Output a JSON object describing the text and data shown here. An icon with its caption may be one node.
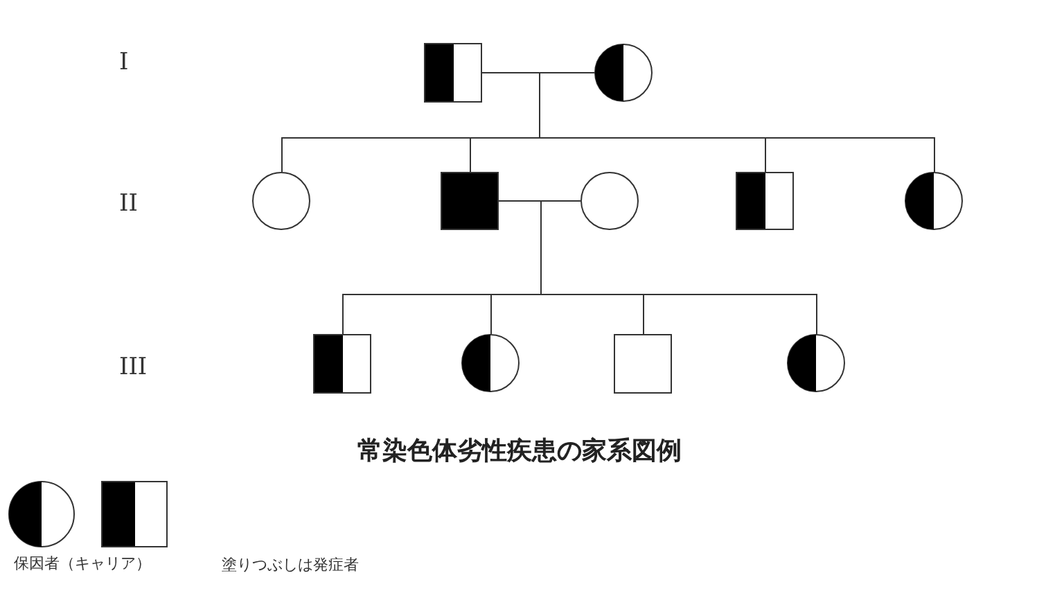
{
  "diagram": {
    "title": "常染色体劣性疾患の家系図例",
    "nodes": [
      {
        "text": [],
        "shape": "half-filled-square"
      },
      {
        "text": [],
        "shape": "half-filled-circle"
      },
      {
        "text": [],
        "shape": "circle"
      },
      {
        "text": [],
        "shape": "filled-square"
      },
      {
        "text": [],
        "shape": "circle"
      },
      {
        "text": [],
        "shape": "half-filled-square"
      },
      {
        "text": [],
        "shape": "half-filled-circle"
      },
      {
        "text": [],
        "shape": "half-filled-square"
      },
      {
        "text": [],
        "shape": "half-filled-circle"
      },
      {
        "text": [],
        "shape": "square"
      },
      {
        "text": [],
        "shape": "half-filled-circle"
      }
    ],
    "edges": [
      {
        "from": 0,
        "to": 1,
        "arrow": "none"
      },
      {
        "from": 0,
        "to": 2,
        "arrow": "none"
      },
      {
        "from": 1,
        "to": 2,
        "arrow": "none"
      },
      {
        "from": 0,
        "to": 3,
        "arrow": "none"
      },
      {
        "from": 1,
        "to": 3,
        "arrow": "none"
      },
      {
        "from": 0,
        "to": 5,
        "arrow": "none"
      },
      {
        "from": 1,
        "to": 5,
        "arrow": "none"
      },
      {
        "from": 0,
        "to": 6,
        "arrow": "none"
      },
      {
        "from": 1,
        "to": 6,
        "arrow": "none"
      },
      {
        "from": 3,
        "to": 4,
        "arrow": "none"
      },
      {
        "from": 3,
        "to": 7,
        "arrow": "none"
      },
      {
        "from": 4,
        "to": 7,
        "arrow": "none"
      },
      {
        "from": 3,
        "to": 8,
        "arrow": "none"
      },
      {
        "from": 4,
        "to": 8,
        "arrow": "none"
      },
      {
        "from": 3,
        "to": 9,
        "arrow": "none"
      },
      {
        "from": 4,
        "to": 9,
        "arrow": "none"
      },
      {
        "from": 3,
        "to": 10,
        "arrow": "none"
      },
      {
        "from": 4,
        "to": 10,
        "arrow": "none"
      }
    ],
    "labels": [
      "I",
      "II",
      "III",
      "塗りつぶしは発症者"
    ],
    "legend": [
      {
        "text": "保因者（キャリア）"
      }
    ]
  }
}
